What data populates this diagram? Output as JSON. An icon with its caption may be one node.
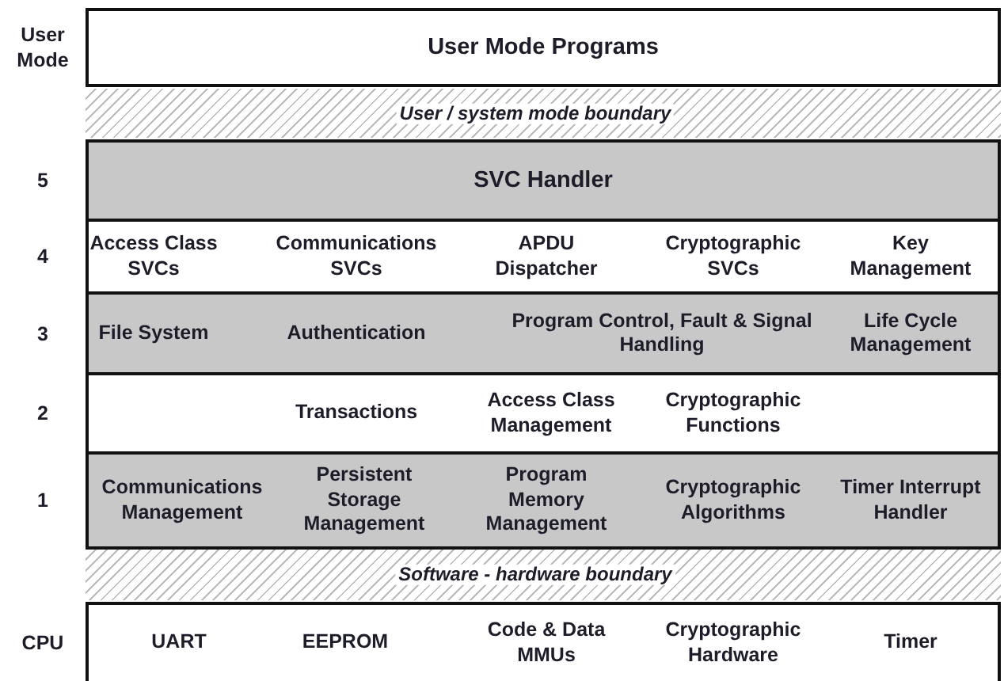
{
  "diagram": {
    "nodes": [
      {
        "text": [
          "User Mode Programs"
        ],
        "beside": [
          "User Mode"
        ]
      },
      {
        "text": [
          "User / system mode boundary"
        ]
      },
      {
        "text": [
          "SVC Handler"
        ],
        "beside": [
          "5"
        ]
      },
      {
        "text": [
          "Access Class SVCs",
          "Communications SVCs",
          "APDU Dispatcher",
          "Cryptographic SVCs",
          "Key Management"
        ],
        "beside": [
          "4"
        ]
      },
      {
        "text": [
          "File System",
          "Authentication",
          "Program Control, Fault & Signal Handling",
          "Life Cycle Management"
        ],
        "beside": [
          "3"
        ]
      },
      {
        "text": [
          "Transactions",
          "Access Class Management",
          "Cryptographic Functions"
        ],
        "beside": [
          "2"
        ]
      },
      {
        "text": [
          "Communications Management",
          "Persistent Storage Management",
          "Program Memory Management",
          "Cryptographic Algorithms",
          "Timer Interrupt Handler"
        ],
        "beside": [
          "1"
        ]
      },
      {
        "text": [
          "Software - hardware boundary"
        ]
      },
      {
        "text": [
          "UART",
          "EEPROM",
          "Code & Data MMUs",
          "Cryptographic Hardware",
          "Timer"
        ],
        "beside": [
          "CPU"
        ]
      }
    ]
  }
}
